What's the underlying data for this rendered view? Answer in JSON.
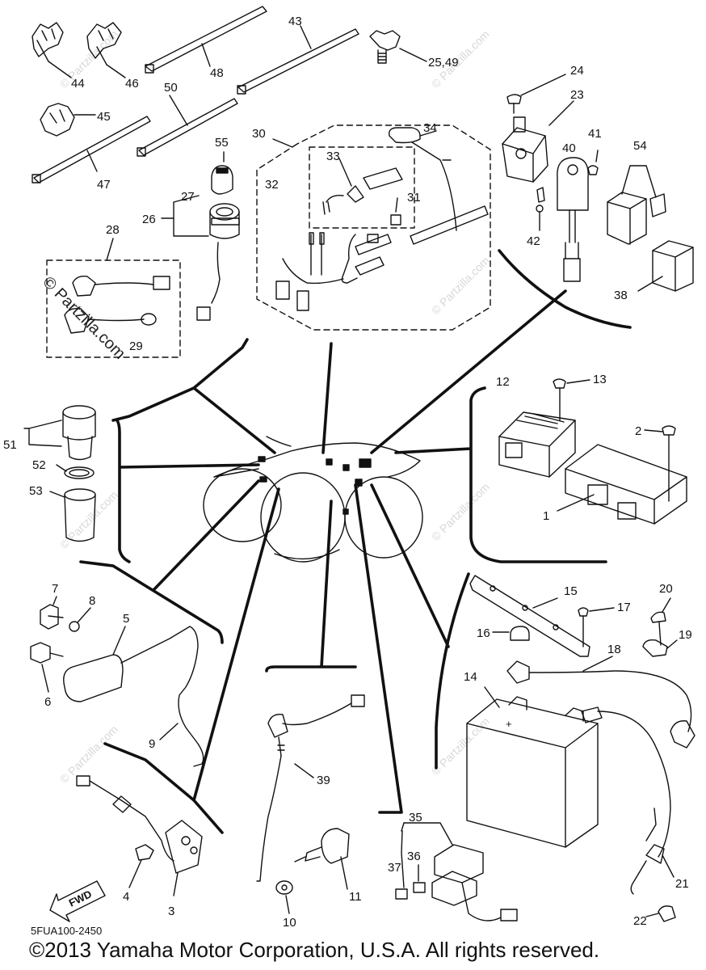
{
  "diagram": {
    "drawing_code": "5FUA100-2450",
    "copyright": "©2013 Yamaha Motor Corporation, U.S.A. All rights reserved.",
    "watermark": "© Partzilla.com",
    "watermark_big": "© Partzilla.com",
    "fwd_label": "FWD",
    "line_color": "#111111",
    "parts": [
      {
        "id": "p44",
        "num": "44"
      },
      {
        "id": "p46",
        "num": "46"
      },
      {
        "id": "p48",
        "num": "48"
      },
      {
        "id": "p43",
        "num": "43"
      },
      {
        "id": "p2549",
        "num": "25,49"
      },
      {
        "id": "p45",
        "num": "45"
      },
      {
        "id": "p50",
        "num": "50"
      },
      {
        "id": "p47",
        "num": "47"
      },
      {
        "id": "p55",
        "num": "55"
      },
      {
        "id": "p27",
        "num": "27"
      },
      {
        "id": "p26",
        "num": "26"
      },
      {
        "id": "p28",
        "num": "28"
      },
      {
        "id": "p29",
        "num": "29"
      },
      {
        "id": "p30",
        "num": "30"
      },
      {
        "id": "p34",
        "num": "34"
      },
      {
        "id": "p33",
        "num": "33"
      },
      {
        "id": "p32",
        "num": "32"
      },
      {
        "id": "p31",
        "num": "31"
      },
      {
        "id": "p24",
        "num": "24"
      },
      {
        "id": "p23",
        "num": "23"
      },
      {
        "id": "p41",
        "num": "41"
      },
      {
        "id": "p40",
        "num": "40"
      },
      {
        "id": "p54",
        "num": "54"
      },
      {
        "id": "p42",
        "num": "42"
      },
      {
        "id": "p38",
        "num": "38"
      },
      {
        "id": "p12",
        "num": "12"
      },
      {
        "id": "p13",
        "num": "13"
      },
      {
        "id": "p2",
        "num": "2"
      },
      {
        "id": "p1",
        "num": "1"
      },
      {
        "id": "p51",
        "num": "51"
      },
      {
        "id": "p52",
        "num": "52"
      },
      {
        "id": "p53",
        "num": "53"
      },
      {
        "id": "p7",
        "num": "7"
      },
      {
        "id": "p8",
        "num": "8"
      },
      {
        "id": "p5",
        "num": "5"
      },
      {
        "id": "p6",
        "num": "6"
      },
      {
        "id": "p9",
        "num": "9"
      },
      {
        "id": "p15",
        "num": "15"
      },
      {
        "id": "p17",
        "num": "17"
      },
      {
        "id": "p20",
        "num": "20"
      },
      {
        "id": "p16",
        "num": "16"
      },
      {
        "id": "p18",
        "num": "18"
      },
      {
        "id": "p19",
        "num": "19"
      },
      {
        "id": "p14",
        "num": "14"
      },
      {
        "id": "p39",
        "num": "39"
      },
      {
        "id": "p35",
        "num": "35"
      },
      {
        "id": "p36",
        "num": "36"
      },
      {
        "id": "p37",
        "num": "37"
      },
      {
        "id": "p11",
        "num": "11"
      },
      {
        "id": "p10",
        "num": "10"
      },
      {
        "id": "p4",
        "num": "4"
      },
      {
        "id": "p3",
        "num": "3"
      },
      {
        "id": "p21",
        "num": "21"
      },
      {
        "id": "p22",
        "num": "22"
      }
    ]
  }
}
